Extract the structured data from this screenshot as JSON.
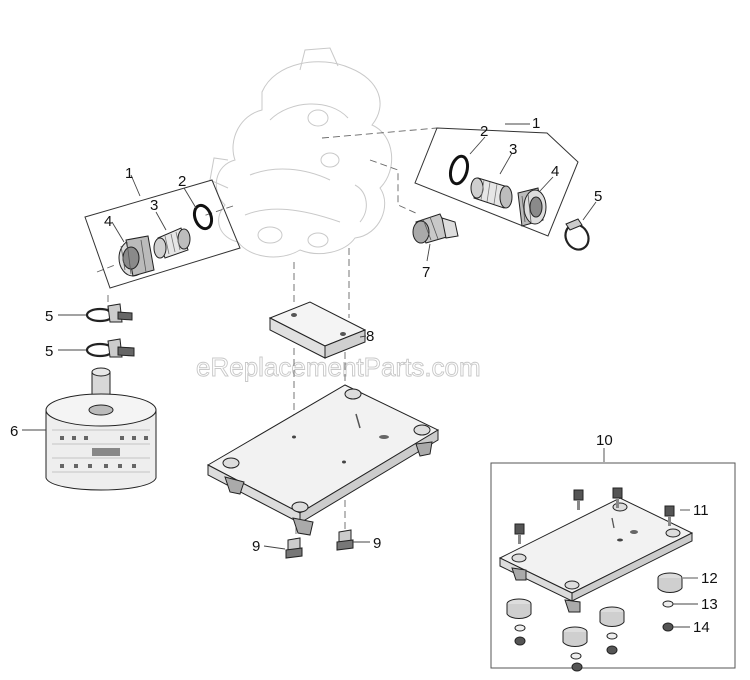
{
  "watermark": "eReplacementParts.com",
  "callouts": {
    "kit_left": "1",
    "kit_right": "1",
    "oring_left": "2",
    "oring_right": "2",
    "barb_left": "3",
    "barb_right": "3",
    "nut_left": "4",
    "nut_right": "4",
    "clamp_right": "5",
    "clamp_upper": "5",
    "clamp_lower": "5",
    "strainer": "6",
    "fitting": "7",
    "spacer": "8",
    "bolt_left": "9",
    "bolt_right": "9",
    "mount_kit": "10",
    "screw": "11",
    "isolator": "12",
    "washer": "13",
    "nut": "14"
  }
}
